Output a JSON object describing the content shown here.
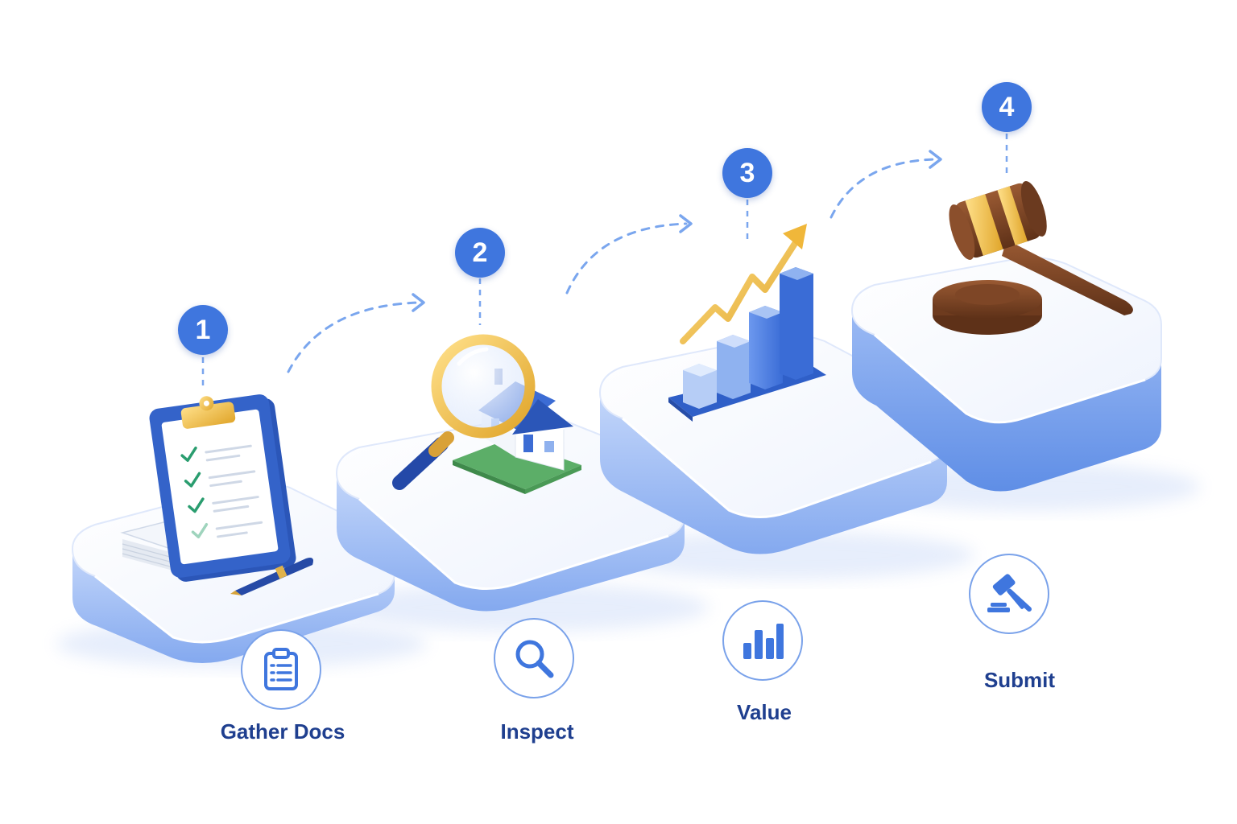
{
  "steps": [
    {
      "number": "1",
      "label": "Gather Docs",
      "illustration_icon": "clipboard-checklist-icon",
      "small_icon": "clipboard-list-icon"
    },
    {
      "number": "2",
      "label": "Inspect",
      "illustration_icon": "magnifier-house-icon",
      "small_icon": "magnifier-icon"
    },
    {
      "number": "3",
      "label": "Value",
      "illustration_icon": "bar-chart-growth-icon",
      "small_icon": "bar-chart-icon"
    },
    {
      "number": "4",
      "label": "Submit",
      "illustration_icon": "gavel-icon",
      "small_icon": "gavel-icon"
    }
  ],
  "colors": {
    "accent": "#3f76de",
    "label_text": "#1f3f8f",
    "platform_side": "#8fb2f0",
    "gold": "#f3c13a",
    "wood": "#7a4424",
    "check_green": "#2a9d6f"
  }
}
